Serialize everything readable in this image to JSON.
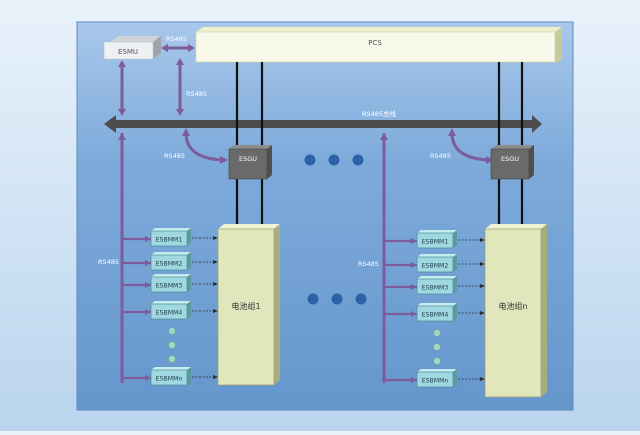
{
  "nodes": {
    "esmu": "ESMU",
    "pcs": "PCS",
    "esgu_left": "ESGU",
    "esgu_right": "ESGU",
    "battery_left": "电池组1",
    "battery_right": "电池组n",
    "esbmm_left": [
      "ESBMM1",
      "ESBMM2",
      "ESBMM3",
      "ESBMM4",
      "ESBMMn"
    ],
    "esbmm_right": [
      "ESBMM1",
      "ESBMM2",
      "ESBMM3",
      "ESBMM4",
      "ESBMMn"
    ]
  },
  "labels": {
    "rs485_top": "RS485",
    "rs485_vertical": "RS485",
    "rs485_bus": "RS485总线",
    "rs485_esgu_left": "RS485",
    "rs485_esgu_right": "RS485",
    "rs485_left_branch": "RS485",
    "rs485_right_branch": "RS485"
  },
  "colors": {
    "panel": "#6e9fd3",
    "bus": "#4d4d4d",
    "comm_line": "#7e5b9a",
    "battery": "#e2e6bd",
    "module": "#9fd8e0",
    "esgu": "#6a6a6a",
    "ellipsis_dot": "#2c63a8",
    "small_dot": "#9fd8c3"
  }
}
